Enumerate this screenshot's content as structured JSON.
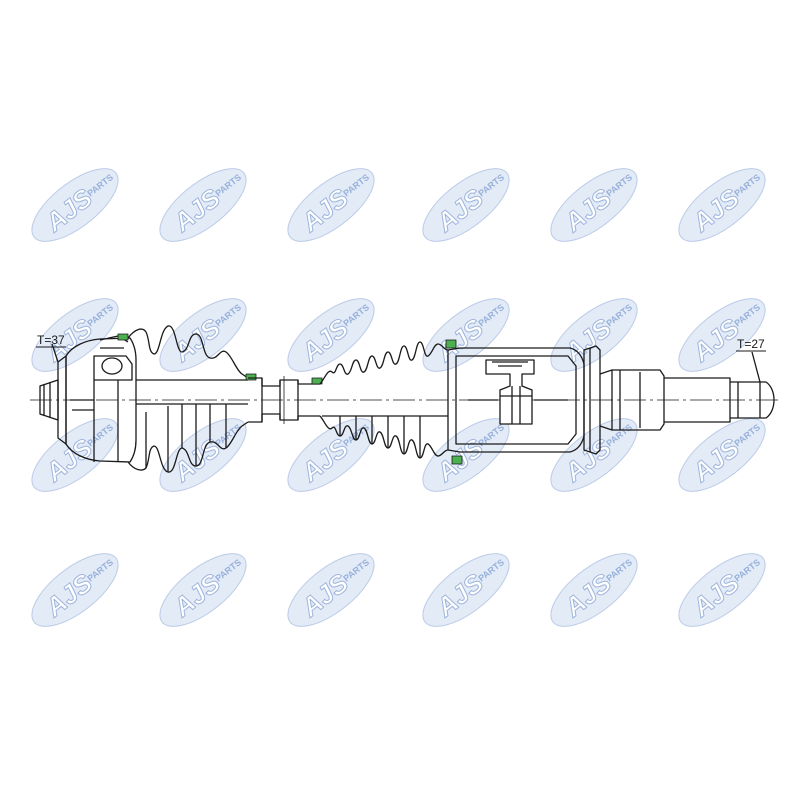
{
  "watermark": {
    "text_main": "AJS",
    "text_sub": "PARTS",
    "color_fill": "#e3ebf7",
    "color_text": "#5a7fc4"
  },
  "labels": {
    "left_teeth": "T=37",
    "right_teeth": "T=27"
  },
  "colors": {
    "line": "#1a1a1a",
    "accent_green": "#4caf50",
    "background": "#ffffff"
  }
}
